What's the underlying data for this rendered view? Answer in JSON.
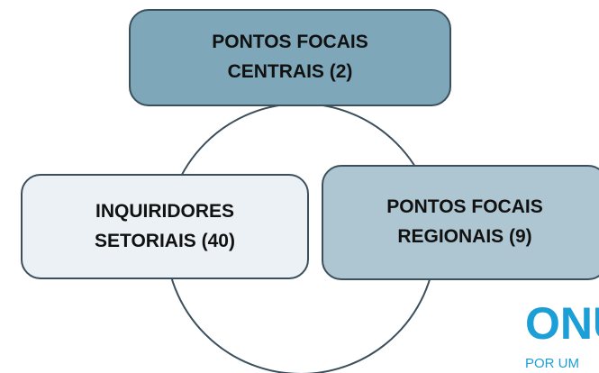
{
  "diagram": {
    "nodes": [
      {
        "id": "central",
        "label": "PONTOS FOCAIS\nCENTRAIS (2)",
        "fill": "#7ea7ba"
      },
      {
        "id": "setorial",
        "label": "INQUIRIDORES\nSETORIAIS (40)",
        "fill": "#ebf1f4"
      },
      {
        "id": "regional",
        "label": "PONTOS FOCAIS\nREGIONAIS  (9)",
        "fill": "#aec6d2"
      }
    ],
    "connector": {
      "shape": "circle",
      "color": "#3c4f5c"
    }
  },
  "logo": {
    "text": "ONU",
    "subtext": "POR UM",
    "color": "#1c9fd6"
  }
}
